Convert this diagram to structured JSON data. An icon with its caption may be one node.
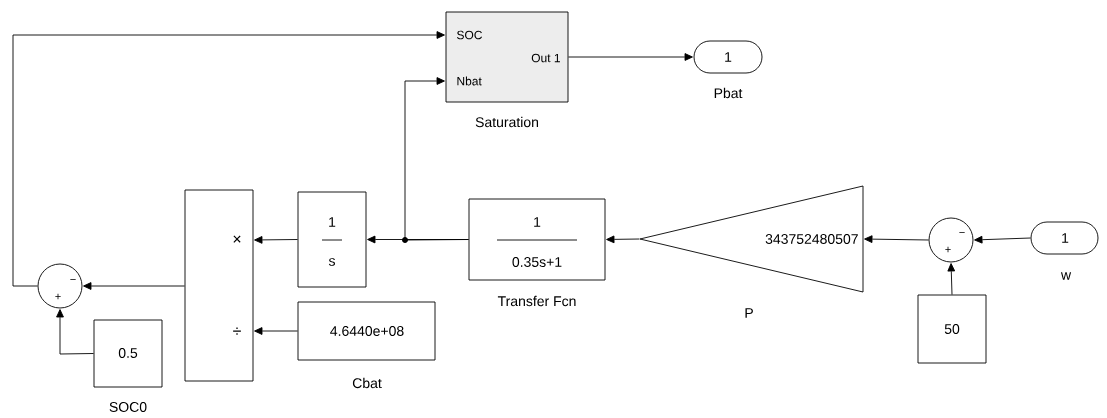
{
  "diagram": {
    "nodes": [
      {
        "text": [
          "SOC",
          "Out 1",
          "Nbat"
        ],
        "beside": [
          "Saturation"
        ]
      },
      {
        "text": [
          "1"
        ],
        "beside": [
          "Pbat"
        ]
      },
      {
        "text": [
          "×",
          "÷"
        ]
      },
      {
        "text": [
          "1",
          "s"
        ]
      },
      {
        "text": [
          "1",
          "0.35s+1"
        ],
        "beside": [
          "Transfer Fcn"
        ]
      },
      {
        "text": [
          "343752480507"
        ],
        "beside": [
          "P"
        ]
      },
      {
        "text": [
          "−",
          "+"
        ]
      },
      {
        "text": [
          "1"
        ],
        "beside": [
          "w"
        ]
      },
      {
        "text": [
          "50"
        ]
      },
      {
        "text": [
          "4.6440e+08"
        ],
        "beside": [
          "Cbat"
        ]
      },
      {
        "text": [
          "−",
          "+"
        ]
      },
      {
        "text": [
          "0.5"
        ],
        "beside": [
          "SOC0"
        ]
      }
    ],
    "edges": [
      {
        "from": 7,
        "to": 6,
        "arrow": "to"
      },
      {
        "from": 8,
        "to": 6,
        "arrow": "to"
      },
      {
        "from": 6,
        "to": 5,
        "arrow": "to"
      },
      {
        "from": 5,
        "to": 4,
        "arrow": "to"
      },
      {
        "from": 4,
        "to": 3,
        "arrow": "to"
      },
      {
        "from": 4,
        "to": 0,
        "arrow": "to"
      },
      {
        "from": 3,
        "to": 2,
        "arrow": "to"
      },
      {
        "from": 9,
        "to": 2,
        "arrow": "to"
      },
      {
        "from": 2,
        "to": 10,
        "arrow": "to"
      },
      {
        "from": 11,
        "to": 10,
        "arrow": "to"
      },
      {
        "from": 10,
        "to": 0,
        "arrow": "to"
      },
      {
        "from": 0,
        "to": 1,
        "arrow": "to"
      }
    ]
  }
}
